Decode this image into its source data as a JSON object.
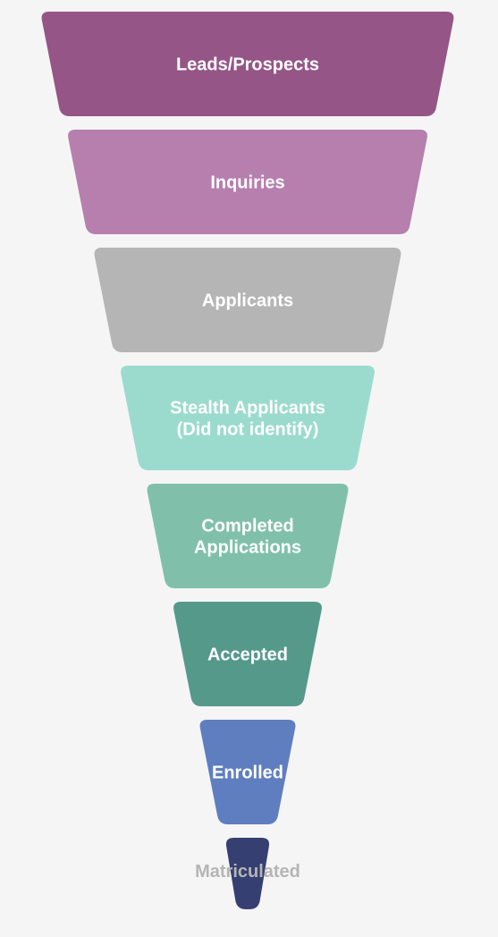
{
  "stages": [
    {
      "lines": [
        "Leads/Prospects"
      ],
      "color": "#955587",
      "text_color": "#ffffff"
    },
    {
      "lines": [
        "Inquiries"
      ],
      "color": "#b67fae",
      "text_color": "#ffffff"
    },
    {
      "lines": [
        "Applicants"
      ],
      "color": "#b5b5b5",
      "text_color": "#ffffff"
    },
    {
      "lines": [
        "Stealth Applicants",
        "(Did not identify)"
      ],
      "color": "#9bdbcd",
      "text_color": "#ffffff"
    },
    {
      "lines": [
        "Completed",
        "Applications"
      ],
      "color": "#80c0ab",
      "text_color": "#ffffff"
    },
    {
      "lines": [
        "Accepted"
      ],
      "color": "#55998b",
      "text_color": "#ffffff"
    },
    {
      "lines": [
        "Enrolled"
      ],
      "color": "#5f7ec0",
      "text_color": "#ffffff"
    },
    {
      "lines": [
        "Matriculated"
      ],
      "color": "#353f71",
      "text_color": "#b5b5b5"
    }
  ]
}
